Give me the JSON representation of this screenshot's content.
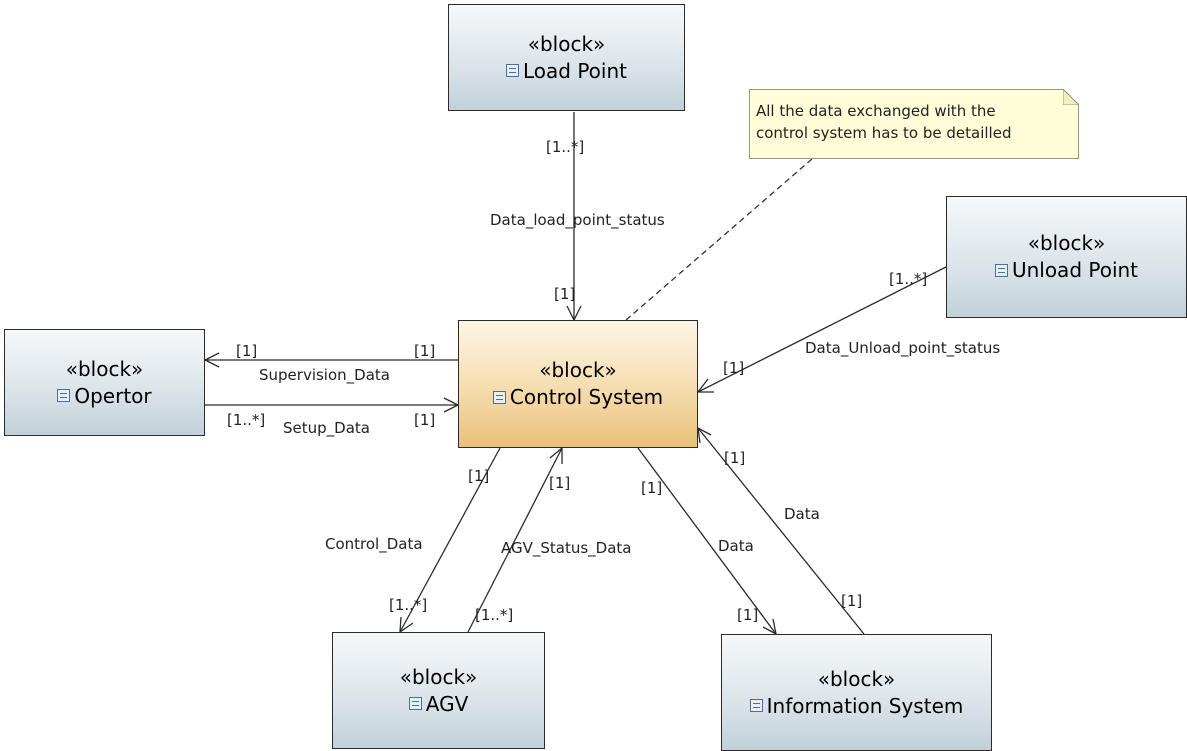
{
  "stereotype": "«block»",
  "blocks": {
    "load_point": "Load Point",
    "unload_point": "Unload Point",
    "operator": "Opertor",
    "control_system": "Control System",
    "agv": "AGV",
    "information_system": "Information System"
  },
  "note": {
    "line1": "All the data exchanged with the",
    "line2": "control system has to be detailled"
  },
  "connectors": {
    "load_point": {
      "name": "Data_load_point_status",
      "source_mult": "[1..*]",
      "target_mult": "[1]"
    },
    "unload_point": {
      "name": "Data_Unload_point_status",
      "source_mult": "[1..*]",
      "target_mult": "[1]"
    },
    "supervision": {
      "name": "Supervision_Data",
      "source_mult": "[1]",
      "target_mult": "[1]"
    },
    "setup": {
      "name": "Setup_Data",
      "source_mult": "[1..*]",
      "target_mult": "[1]"
    },
    "control": {
      "name": "Control_Data",
      "source_mult": "[1]",
      "target_mult": "[1..*]"
    },
    "agv_status": {
      "name": "AGV_Status_Data",
      "source_mult": "[1..*]",
      "target_mult": "[1]"
    },
    "data_out": {
      "name": "Data",
      "source_mult": "[1]",
      "target_mult": "[1]"
    },
    "data_in": {
      "name": "Data",
      "source_mult": "[1]",
      "target_mult": "[1]"
    }
  }
}
